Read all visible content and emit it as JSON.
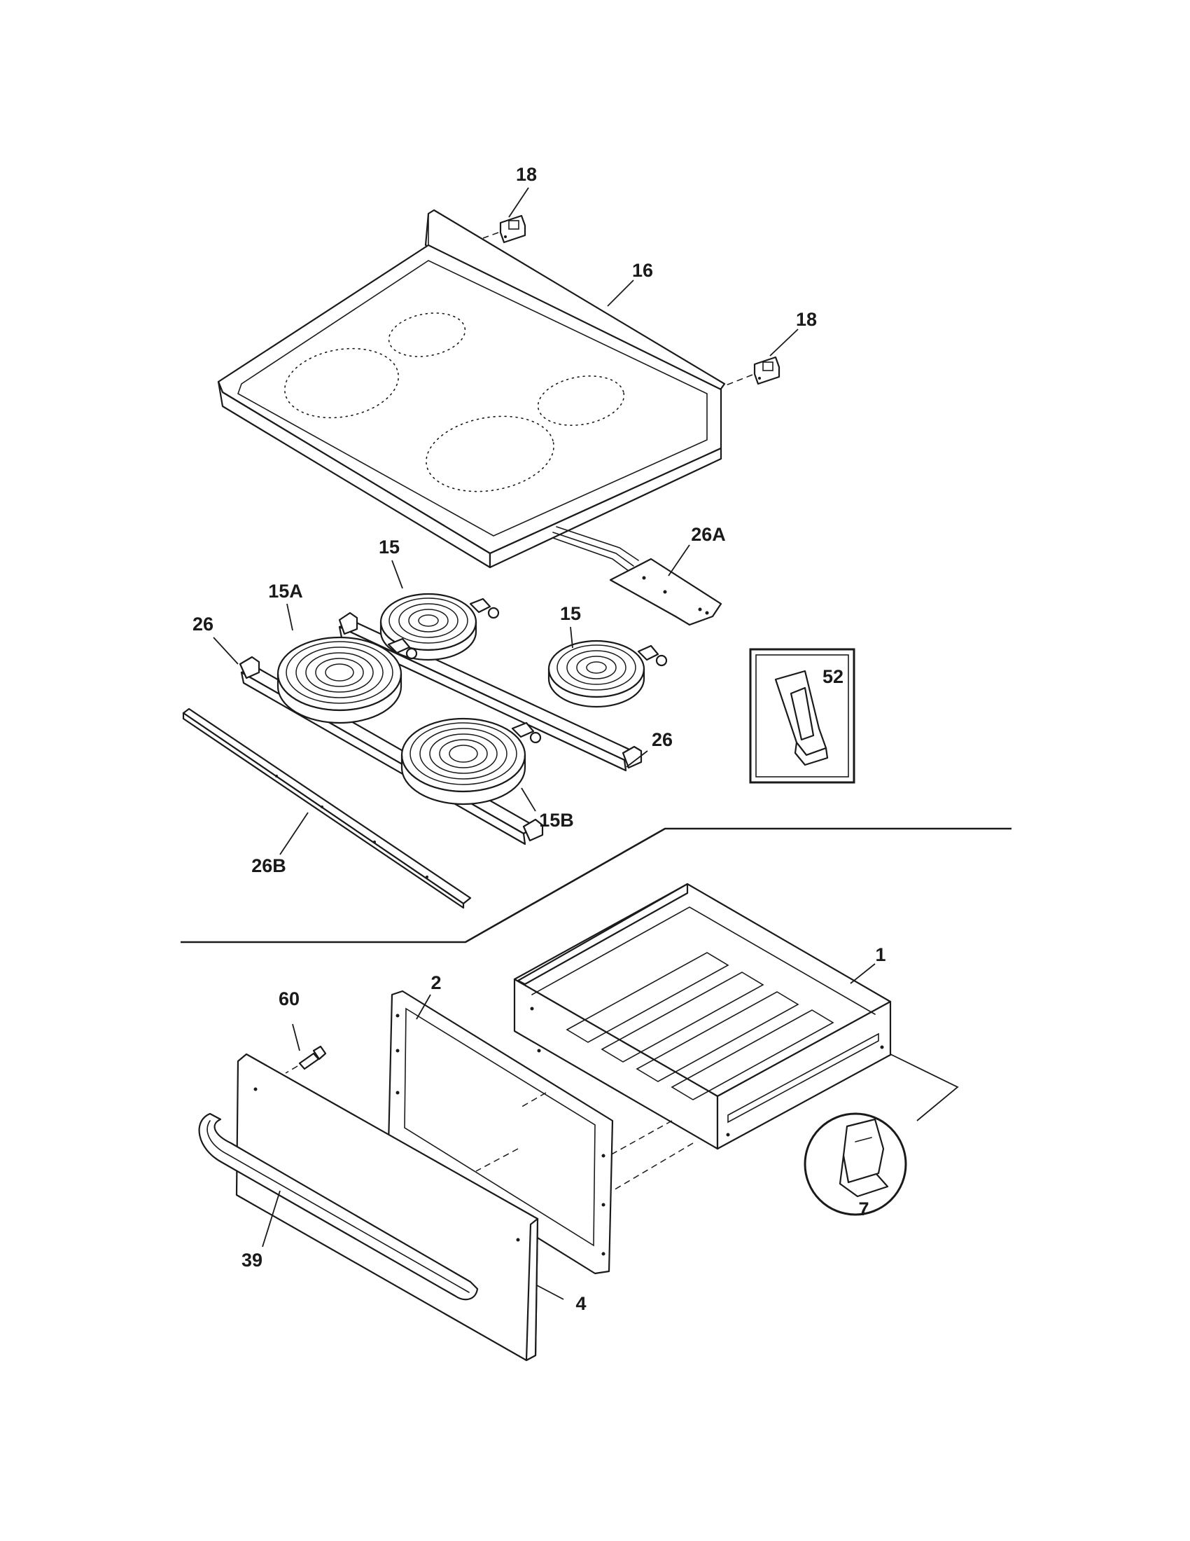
{
  "callouts": {
    "c18a": "18",
    "c16": "16",
    "c18b": "18",
    "c26A": "26A",
    "c15a": "15",
    "c15A": "15A",
    "c26a": "26",
    "c15b": "15",
    "c52": "52",
    "c26b": "26",
    "c15B": "15B",
    "c26B": "26B",
    "c1": "1",
    "c2": "2",
    "c60": "60",
    "c7": "7",
    "c39": "39",
    "c4": "4"
  }
}
